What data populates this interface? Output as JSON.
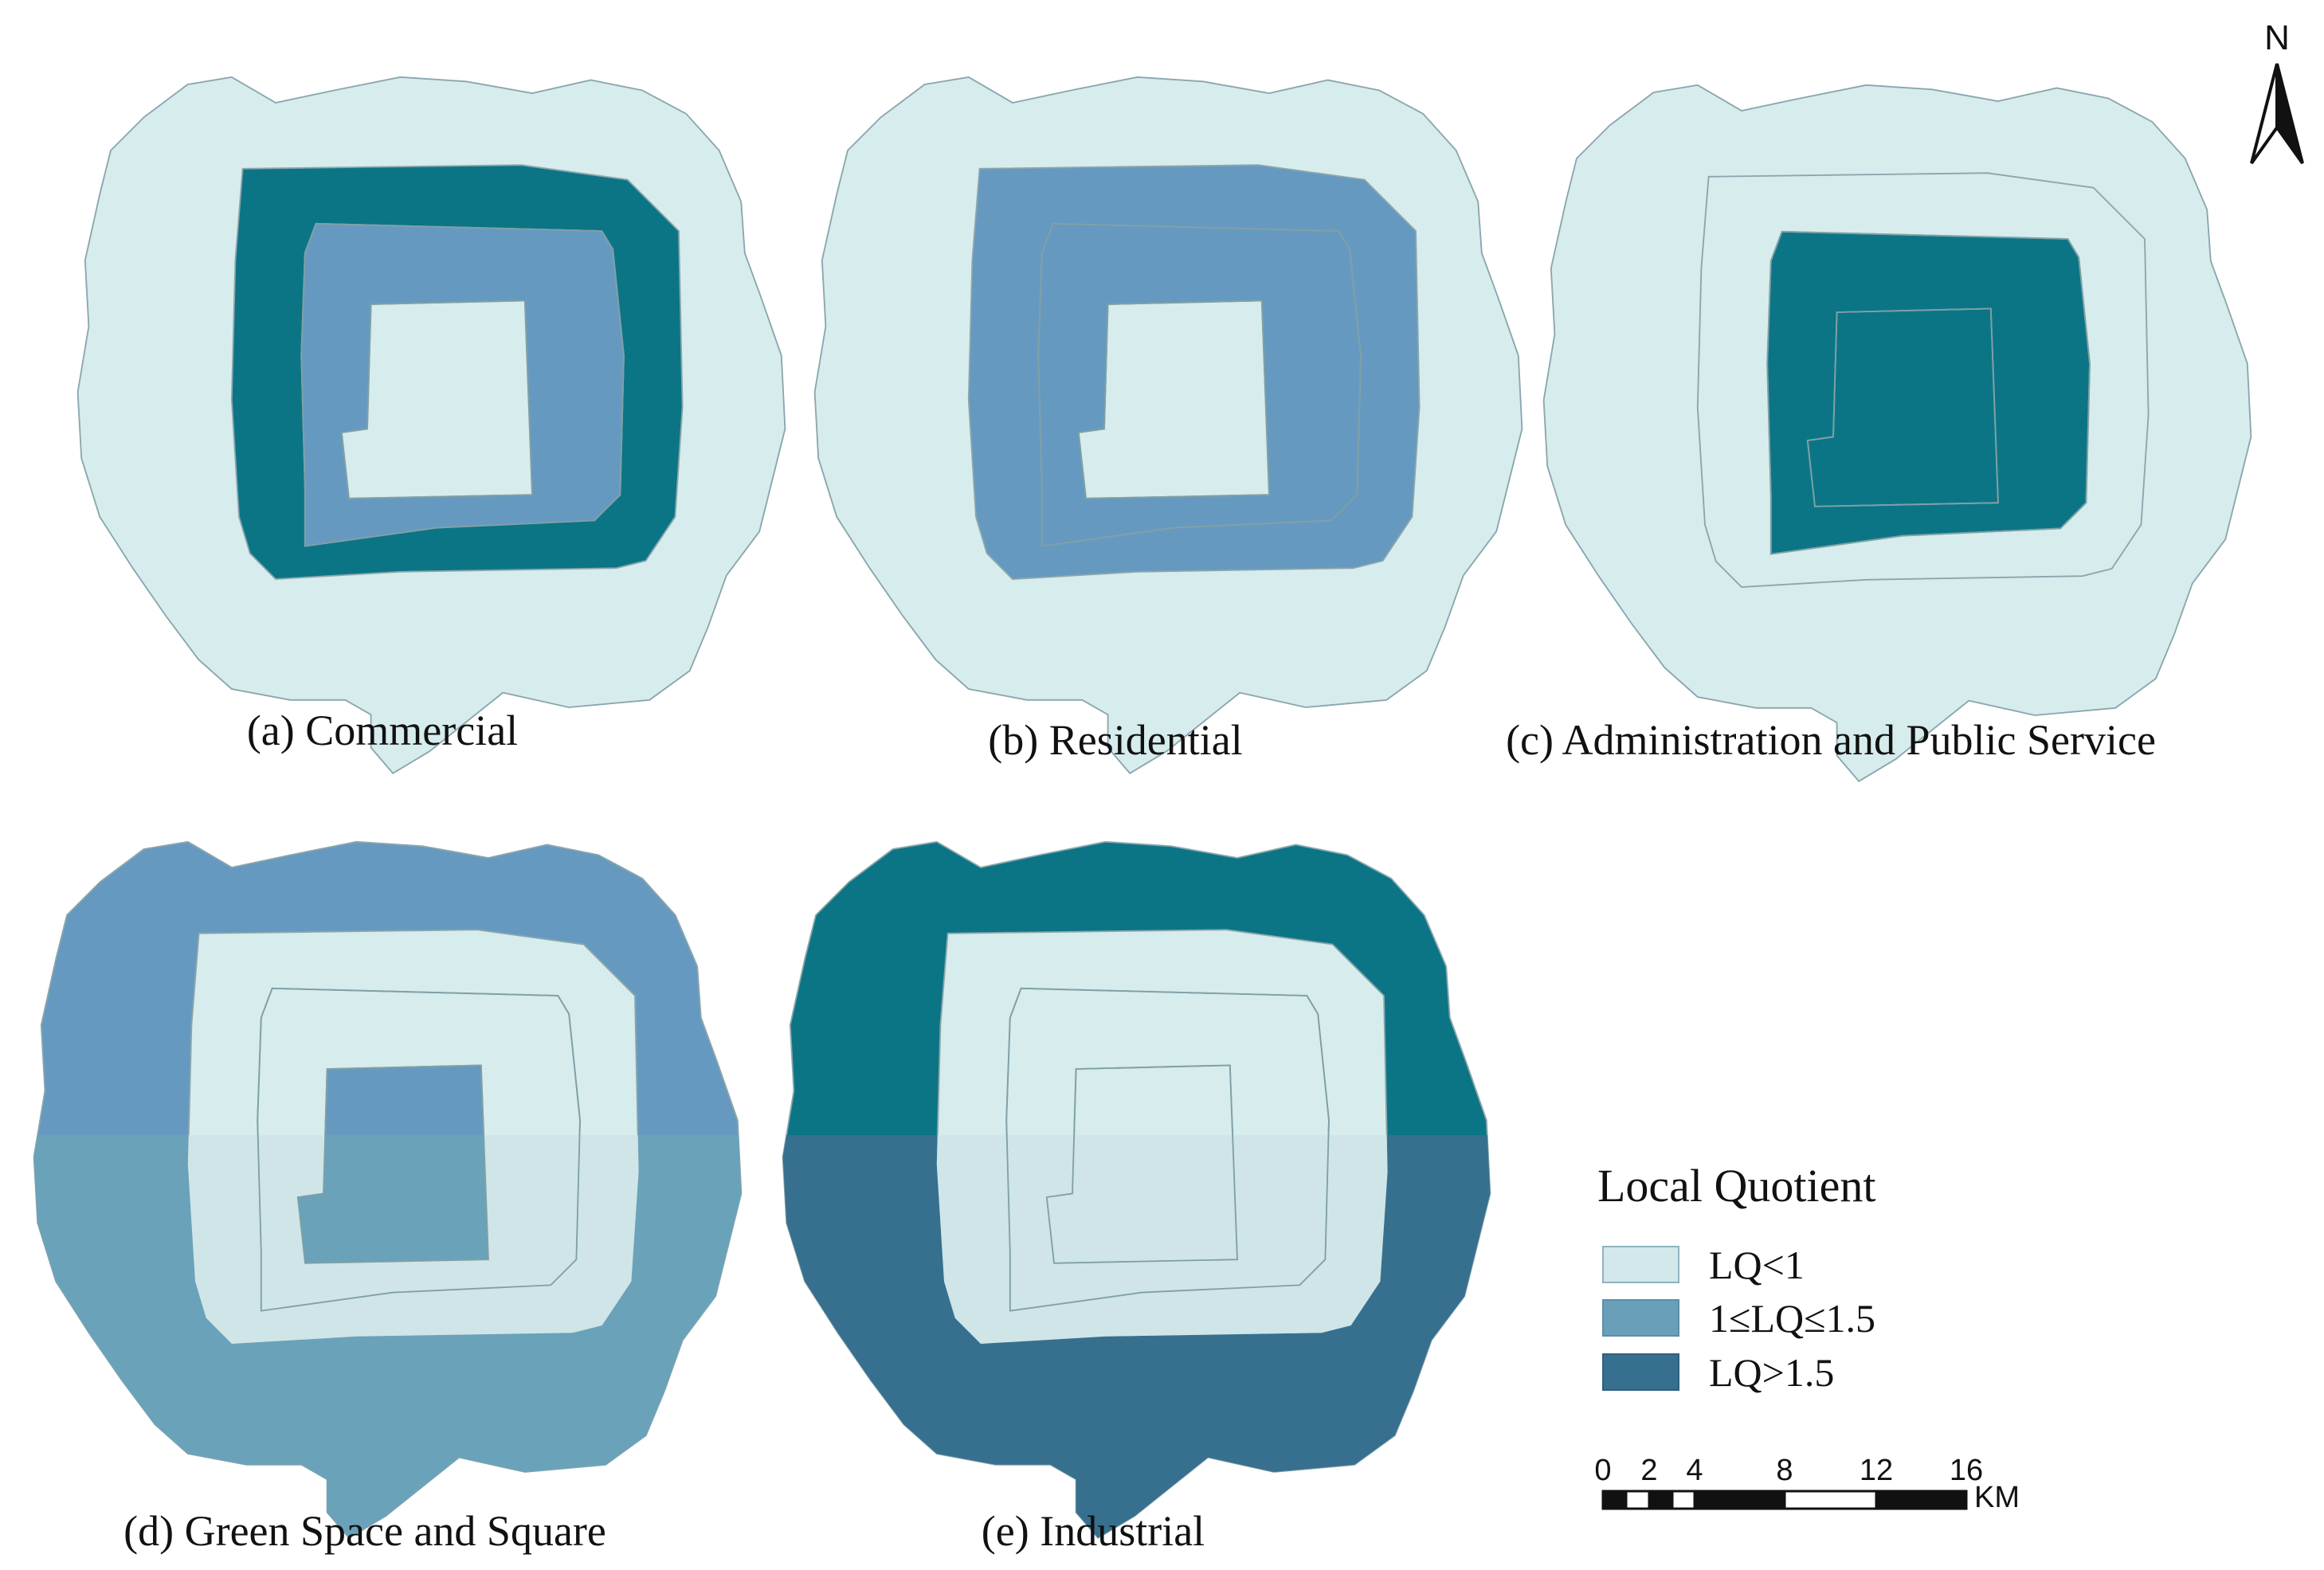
{
  "maps": [
    {
      "id": "a",
      "caption": "(a) Commercial",
      "zones": {
        "outer": "low",
        "middle": "high",
        "inner": "mid",
        "core": "low"
      }
    },
    {
      "id": "b",
      "caption": "(b) Residential",
      "zones": {
        "outer": "low",
        "middle": "mid",
        "inner": "mid",
        "core": "low"
      }
    },
    {
      "id": "c",
      "caption": "(c) Administration and Public Service",
      "zones": {
        "outer": "low",
        "middle": "low",
        "inner": "high",
        "core": "high"
      }
    },
    {
      "id": "d",
      "caption": "(d) Green Space and Square",
      "zones": {
        "outer": "mid",
        "middle": "low",
        "inner": "low",
        "core": "mid"
      }
    },
    {
      "id": "e",
      "caption": "(e) Industrial",
      "zones": {
        "outer": "high",
        "middle": "low",
        "inner": "low",
        "core": "low"
      }
    }
  ],
  "legend": {
    "title": "Local Quotient",
    "items": [
      {
        "label": "LQ<1",
        "class": "low",
        "color": "#d2e8ea"
      },
      {
        "label": "1≤LQ≤1.5",
        "class": "mid",
        "color": "#6a9fba"
      },
      {
        "label": "LQ>1.5",
        "class": "high",
        "color": "#37708f"
      }
    ]
  },
  "map_colors": {
    "low": "#d6eced",
    "mid": "#6699bf",
    "high": "#0b7585"
  },
  "scale_bar": {
    "ticks": [
      "0",
      "2",
      "4",
      "8",
      "12",
      "16"
    ],
    "unit": "KM"
  },
  "north_arrow": {
    "label": "N"
  }
}
